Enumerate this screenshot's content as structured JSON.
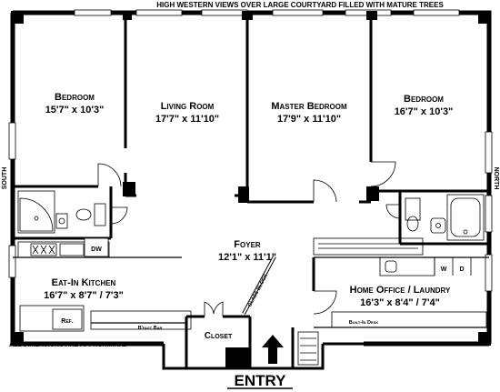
{
  "title": "High Western Views Over Large Courtyard Filled With Mature Trees",
  "rooms": {
    "bedroom_left": {
      "name": "Bedroom",
      "dims": "15'7\" x 10'3\""
    },
    "living_room": {
      "name": "Living Room",
      "dims": "17'7\" x 11'10\""
    },
    "master_bedroom": {
      "name": "Master Bedroom",
      "dims": "17'9\" x 11'10\""
    },
    "bedroom_right": {
      "name": "Bedroom",
      "dims": "16'7\" x 10'3\""
    },
    "foyer": {
      "name": "Foyer",
      "dims": "12'1\" x 11'1\""
    },
    "kitchen": {
      "name": "Eat-In Kitchen",
      "dims": "16'7\" x 8'7\" / 7'3\""
    },
    "office": {
      "name": "Home Office / Laundry",
      "dims": "16'3\" x 8'4\" / 7'4\""
    },
    "closet": {
      "name": "Closet"
    }
  },
  "fixtures": {
    "dw": "DW",
    "ref": "Ref.",
    "bfast_bar": "B'fast Bar",
    "built_in_desk": "Built-In Desk",
    "washer": "W",
    "dryer": "D",
    "glass_block": "Glass Block"
  },
  "compass": {
    "south": "South",
    "north": "North"
  },
  "note": "All dimensions are approximate",
  "entry": "ENTRY"
}
